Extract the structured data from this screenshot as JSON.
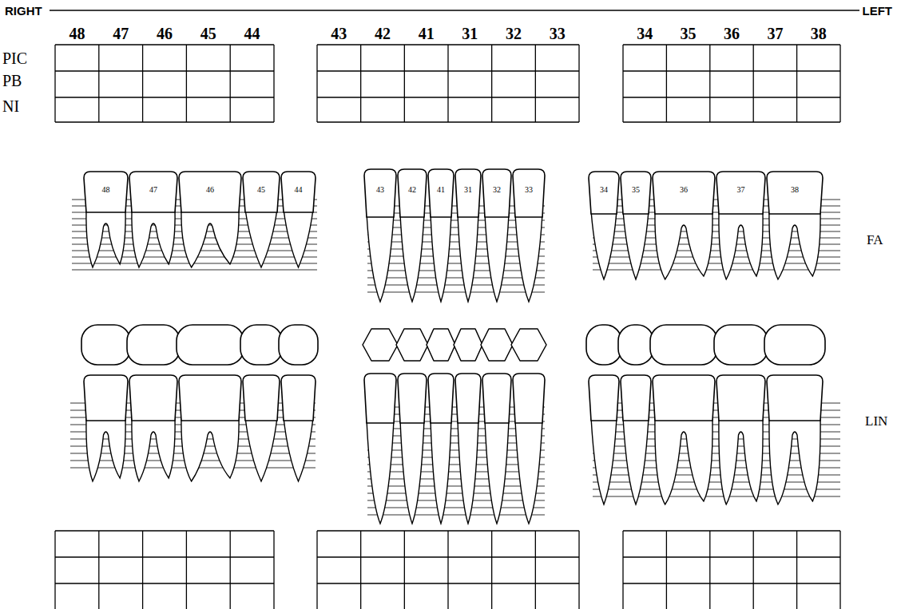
{
  "diagram": {
    "labels": [
      "RIGHT",
      "LEFT",
      "48",
      "47",
      "46",
      "45",
      "44",
      "43",
      "42",
      "41",
      "31",
      "32",
      "33",
      "34",
      "35",
      "36",
      "37",
      "38",
      "PIC",
      "PB",
      "NI",
      "48",
      "47",
      "46",
      "45",
      "44",
      "43",
      "42",
      "41",
      "31",
      "32",
      "33",
      "34",
      "35",
      "36",
      "37",
      "38",
      "FA",
      "LIN"
    ]
  }
}
